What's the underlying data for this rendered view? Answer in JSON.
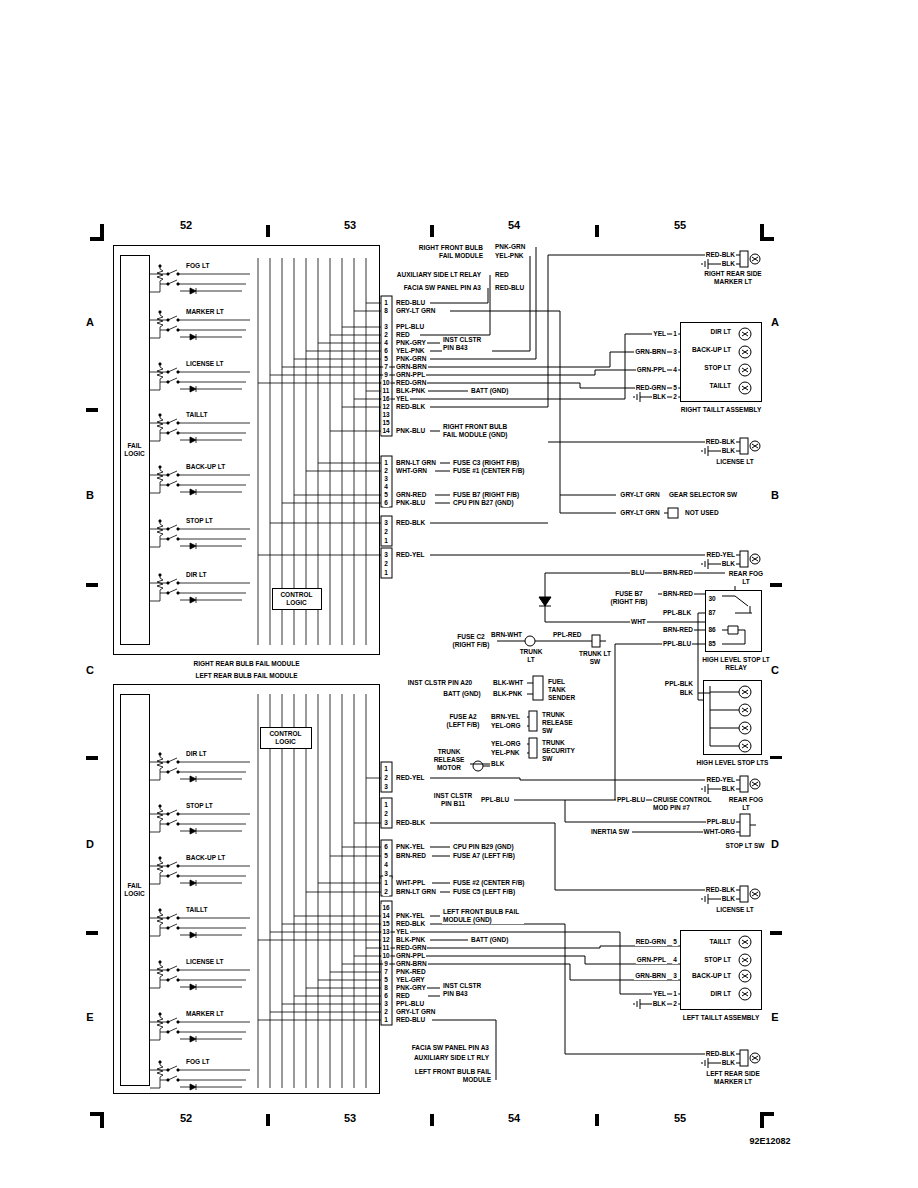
{
  "diagram": {
    "nodes": [
      {
        "text": [
          "RIGHT REAR BULB FAIL MODULE"
        ]
      },
      {
        "text": [
          "FAIL LOGIC"
        ],
        "in": 0
      },
      {
        "text": [
          "CONTROL LOGIC"
        ],
        "in": 0
      },
      {
        "text": [
          "LEFT REAR BULB FAIL MODULE"
        ]
      },
      {
        "text": [
          "FAIL LOGIC"
        ],
        "in": 3
      },
      {
        "text": [
          "CONTROL LOGIC"
        ],
        "in": 3
      },
      {
        "text": [
          "DIR LT",
          "BACK-UP LT",
          "STOP LT",
          "TAILLT",
          "RIGHT TAILLT ASSEMBLY"
        ]
      },
      {
        "text": [
          "HIGH LEVEL STOP LT RELAY"
        ]
      },
      {
        "text": [
          "HIGH LEVEL STOP LTS"
        ]
      },
      {
        "text": [
          "TAILLT",
          "STOP LT",
          "BACK-UP LT",
          "DIR LT",
          "LEFT TAILLT ASSEMBLY"
        ]
      }
    ],
    "edges": [
      {
        "from": 0,
        "to": 6,
        "arrow": "none"
      },
      {
        "from": 0,
        "to": 6,
        "arrow": "none"
      },
      {
        "from": 0,
        "to": 6,
        "arrow": "none"
      },
      {
        "from": 0,
        "to": 6,
        "arrow": "none"
      },
      {
        "from": 7,
        "to": 8,
        "arrow": "none"
      },
      {
        "from": 3,
        "to": 9,
        "arrow": "none"
      },
      {
        "from": 3,
        "to": 9,
        "arrow": "none"
      },
      {
        "from": 3,
        "to": 9,
        "arrow": "none"
      },
      {
        "from": 3,
        "to": 9,
        "arrow": "none"
      }
    ],
    "labels": [
      "52",
      "53",
      "54",
      "55",
      "A",
      "B",
      "C",
      "D",
      "E",
      "A",
      "B",
      "C",
      "D",
      "E",
      "52",
      "53",
      "54",
      "55",
      "92E12082",
      "FOG LT",
      "MARKER LT",
      "LICENSE LT",
      "TAILLT",
      "BACK-UP LT",
      "STOP LT",
      "DIR LT",
      "DIR LT",
      "STOP LT",
      "BACK-UP LT",
      "TAILLT",
      "LICENSE LT",
      "MARKER LT",
      "FOG LT",
      "1",
      "RED-BLU",
      "8",
      "GRY-LT GRN",
      "3",
      "PPL-BLU",
      "2",
      "RED",
      "4",
      "PNK-GRY",
      "6",
      "YEL-PNK",
      "5",
      "PNK-GRN",
      "7",
      "GRN-BRN",
      "9",
      "GRN-PPL",
      "10",
      "RED-GRN",
      "11",
      "BLK-PNK",
      "16",
      "YEL",
      "12",
      "RED-BLK",
      "13",
      "15",
      "14",
      "PNK-BLU",
      "INST CLSTR PIN B43",
      "BATT (GND)",
      "RIGHT FRONT BULB FAIL MODULE (GND)",
      "RIGHT FRONT BULB FAIL MODULE",
      "PNK-GRN",
      "YEL-PNK",
      "AUXILIARY SIDE LT RELAY",
      "FACIA SW PANEL PIN A3",
      "RED",
      "RED-BLU",
      "1",
      "BRN-LT GRN",
      "2",
      "WHT-GRN",
      "3",
      "4",
      "5",
      "GRN-RED",
      "6",
      "PNK-BLU",
      "FUSE C3 (RIGHT F/B)",
      "FUSE #1 (CENTER F/B)",
      "FUSE B7 (RIGHT F/B)",
      "CPU PIN B27 (GND)",
      "3",
      "RED-BLK",
      "2",
      "1",
      "3",
      "RED-YEL",
      "2",
      "1",
      "RED-BLK",
      "BLK",
      "RIGHT REAR SIDE MARKER LT",
      "YEL",
      "1",
      "GRN-BRN",
      "3",
      "GRN-PPL",
      "4",
      "RED-GRN",
      "5",
      "BLK",
      "2",
      "RED-BLK",
      "BLK",
      "LICENSE LT",
      "GRY-LT GRN",
      "GEAR SELECTOR SW",
      "GRY-LT GRN",
      "NOT USED",
      "RED-YEL",
      "BLK",
      "REAR FOG LT",
      "BLU",
      "BRN-RED",
      "FUSE B7 (RIGHT F/B)",
      "BRN-RED",
      "30",
      "PPL-BLK",
      "87",
      "WHT",
      "BRN-RED",
      "86",
      "PPL-BLU",
      "85",
      "FUSE C2 (RIGHT F/B)",
      "BRN-WHT",
      "PPL-RED",
      "TRUNK LT",
      "TRUNK LT SW",
      "INST CLSTR PIN A20",
      "BATT (GND)",
      "BLK-WHT",
      "BLK-PNK",
      "FUEL TANK SENDER",
      "FUSE A2 (LEFT F/B)",
      "BRN-YEL",
      "YEL-ORG",
      "TRUNK RELEASE SW",
      "YEL-ORG",
      "YEL-PNK",
      "TRUNK SECURITY SW",
      "TRUNK RELEASE MOTOR",
      "BLK",
      "PPL-BLK",
      "BLK",
      "RED-YEL",
      "BLK",
      "REAR FOG LT",
      "INST CLSTR PIN B11",
      "PPL-BLU",
      "PPL-BLU",
      "CRUISE CONTROL MOD PIN #7",
      "PPL-BLU",
      "WHT-ORG",
      "INERTIA SW",
      "STOP LT SW",
      "1",
      "2",
      "RED-YEL",
      "3",
      "1",
      "2",
      "3",
      "RED-BLK",
      "6",
      "PNK-YEL",
      "5",
      "BRN-RED",
      "4",
      "3",
      "CPU PIN B29 (GND)",
      "FUSE A7 (LEFT F/B)",
      "1",
      "WHT-PPL",
      "2",
      "BRN-LT GRN",
      "FUSE #2 (CENTER F/B)",
      "FUSE C5 (LEFT F/B)",
      "16",
      "14",
      "PNK-YEL",
      "15",
      "RED-BLK",
      "13",
      "YEL",
      "12",
      "BLK-PNK",
      "11",
      "RED-GRN",
      "10",
      "GRN-PPL",
      "9",
      "GRN-BRN",
      "7",
      "PNK-RED",
      "5",
      "YEL-GRY",
      "8",
      "PNK-GRY",
      "6",
      "RED",
      "3",
      "PPL-BLU",
      "2",
      "GRY-LT GRN",
      "1",
      "RED-BLU",
      "LEFT FRONT BULB FAIL MODULE (GND)",
      "BATT (GND)",
      "INST CLSTR PIN B43",
      "FACIA SW PANEL PIN A3",
      "AUXILIARY SIDE LT RLY",
      "LEFT FRONT BULB FAIL MODULE",
      "RED-BLK",
      "BLK",
      "LICENSE LT",
      "RED-GRN",
      "5",
      "GRN-PPL",
      "4",
      "GRN-BRN",
      "3",
      "YEL",
      "1",
      "BLK",
      "2",
      "RED-BLK",
      "BLK",
      "LEFT REAR SIDE MARKER LT"
    ]
  }
}
